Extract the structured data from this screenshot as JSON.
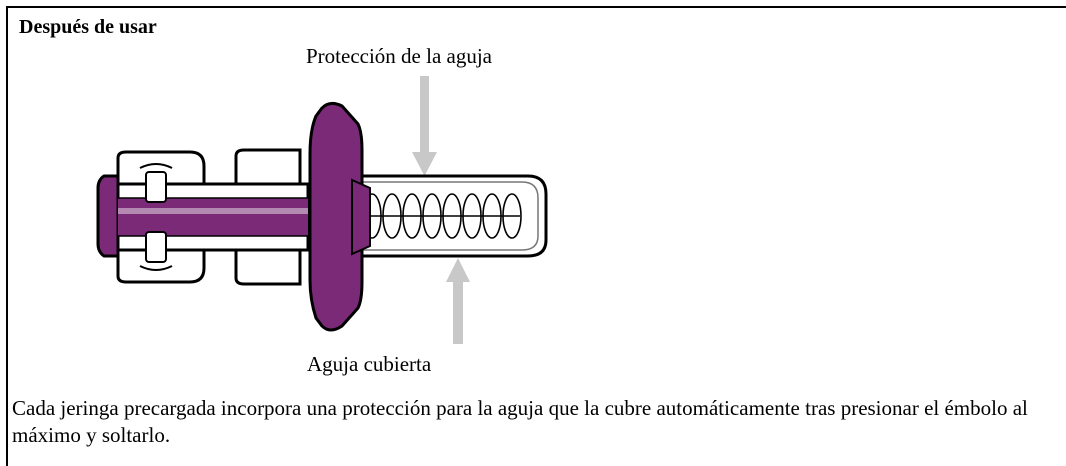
{
  "section": {
    "heading": "Después de usar"
  },
  "figure": {
    "label_top": "Protección de la aguja",
    "label_bottom": "Aguja cubierta"
  },
  "caption": {
    "text": "Cada jeringa precargada incorpora una protección para la aguja que la cubre automáticamente tras presionar el émbolo al máximo y soltarlo."
  },
  "colors": {
    "plunger": "#7b2a78",
    "arrow": "#c8c8c8",
    "outline": "#000000"
  }
}
